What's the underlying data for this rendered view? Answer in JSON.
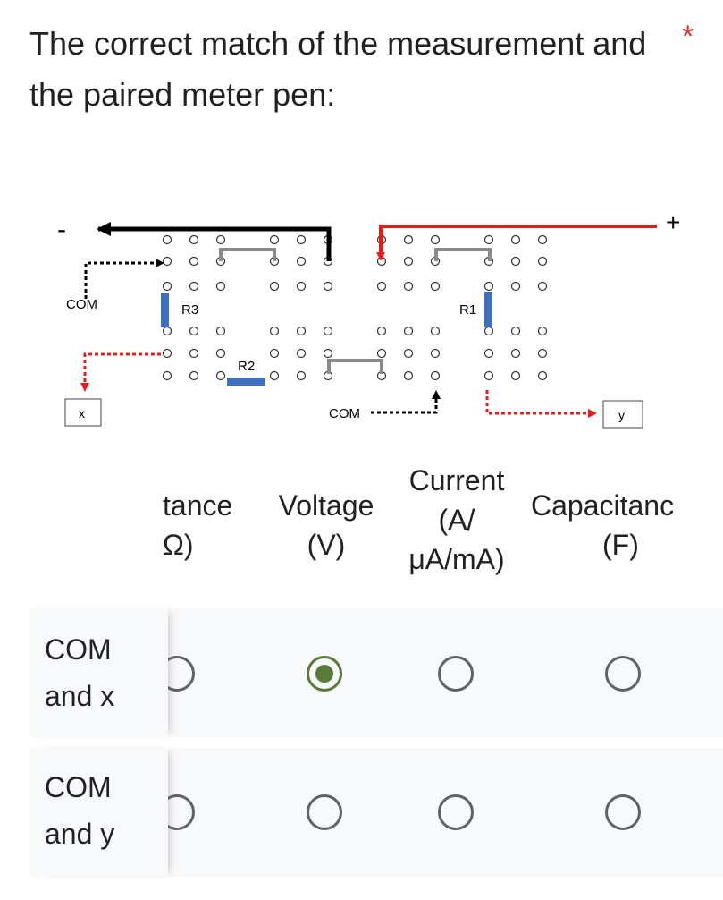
{
  "question": {
    "title": "The correct match of the measurement and the paired meter pen:",
    "required_mark": "*"
  },
  "diagram": {
    "labels": {
      "minus": "-",
      "plus": "+",
      "com_left": "COM",
      "com_bottom": "COM",
      "x": "x",
      "y": "y",
      "r1": "R1",
      "r2": "R2",
      "r3": "R3"
    },
    "colors": {
      "black_lead": "#000000",
      "red_lead": "#e81b1b",
      "jumper": "#8a8a8a",
      "resistor": "#3e6fc4"
    }
  },
  "columns": [
    {
      "line1": "tance",
      "line2": "Ω)"
    },
    {
      "line1": "Voltage",
      "line2": "(V)"
    },
    {
      "line1": "Current",
      "line2": "(A/",
      "line3": "μA/mA)"
    },
    {
      "line1": "Capacitanc",
      "line2": "(F)"
    }
  ],
  "rows": [
    {
      "label_line1": "COM",
      "label_line2": "and x",
      "selected": 1
    },
    {
      "label_line1": "COM",
      "label_line2": "and y",
      "selected": null
    }
  ],
  "colors": {
    "accent": "#5a7a3a",
    "required": "#d93025",
    "row_bg": "#f8f9fa"
  }
}
